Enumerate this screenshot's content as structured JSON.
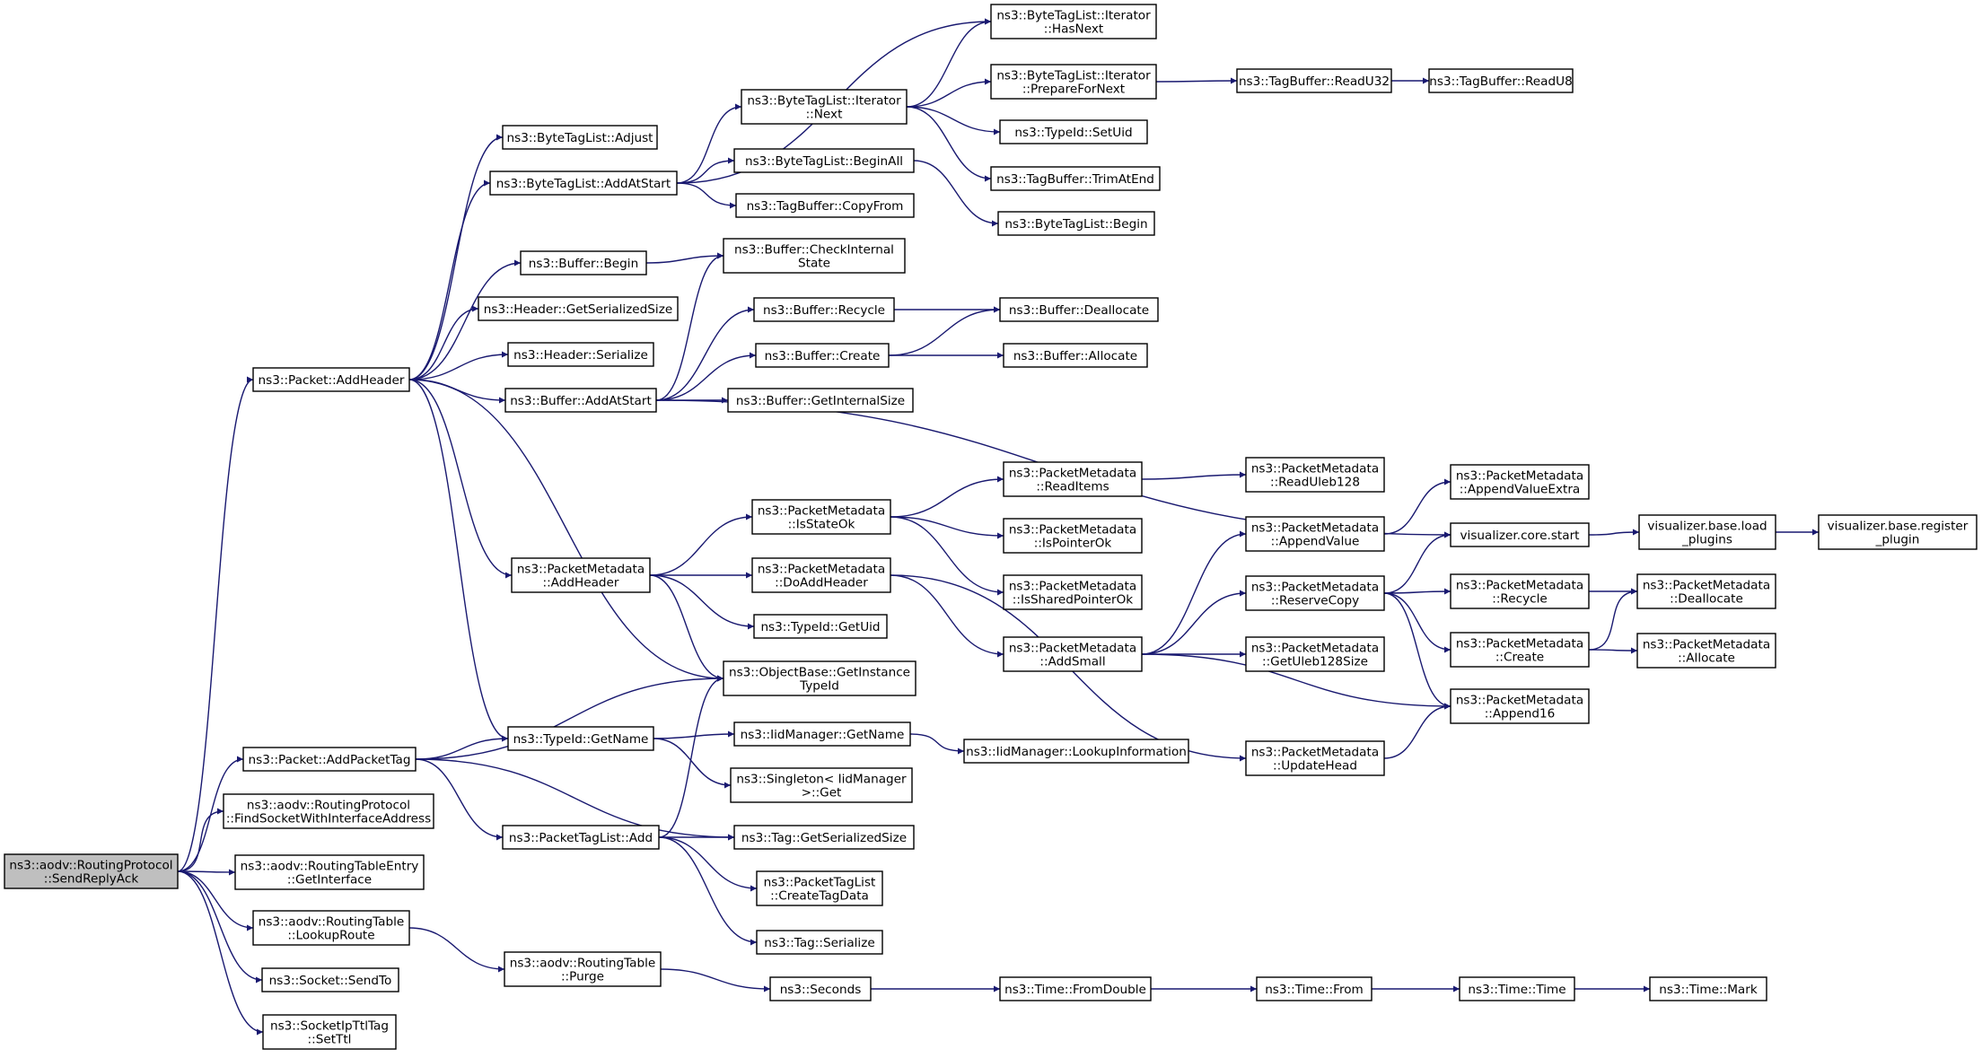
{
  "nodes": [
    {
      "id": "root",
      "lines": [
        "ns3::aodv::RoutingProtocol",
        "::SendReplyAck"
      ],
      "root": true
    },
    {
      "id": "addHeader",
      "lines": [
        "ns3::Packet::AddHeader"
      ]
    },
    {
      "id": "addPacketTag",
      "lines": [
        "ns3::Packet::AddPacketTag"
      ]
    },
    {
      "id": "findSocket",
      "lines": [
        "ns3::aodv::RoutingProtocol",
        "::FindSocketWithInterfaceAddress"
      ]
    },
    {
      "id": "getInterface",
      "lines": [
        "ns3::aodv::RoutingTableEntry",
        "::GetInterface"
      ]
    },
    {
      "id": "lookupRoute",
      "lines": [
        "ns3::aodv::RoutingTable",
        "::LookupRoute"
      ]
    },
    {
      "id": "sendTo",
      "lines": [
        "ns3::Socket::SendTo"
      ]
    },
    {
      "id": "setTtl",
      "lines": [
        "ns3::SocketIpTtlTag",
        "::SetTtl"
      ]
    },
    {
      "id": "btlAdjust",
      "lines": [
        "ns3::ByteTagList::Adjust"
      ]
    },
    {
      "id": "btlAddAtStart",
      "lines": [
        "ns3::ByteTagList::AddAtStart"
      ]
    },
    {
      "id": "bufBegin",
      "lines": [
        "ns3::Buffer::Begin"
      ]
    },
    {
      "id": "hdrGetSerSize",
      "lines": [
        "ns3::Header::GetSerializedSize"
      ]
    },
    {
      "id": "hdrSerialize",
      "lines": [
        "ns3::Header::Serialize"
      ]
    },
    {
      "id": "bufAddAtStart",
      "lines": [
        "ns3::Buffer::AddAtStart"
      ]
    },
    {
      "id": "pmAddHeader",
      "lines": [
        "ns3::PacketMetadata",
        "::AddHeader"
      ]
    },
    {
      "id": "typeIdGetName",
      "lines": [
        "ns3::TypeId::GetName"
      ]
    },
    {
      "id": "ptlAdd",
      "lines": [
        "ns3::PacketTagList::Add"
      ]
    },
    {
      "id": "rtPurge",
      "lines": [
        "ns3::aodv::RoutingTable",
        "::Purge"
      ]
    },
    {
      "id": "btliNext",
      "lines": [
        "ns3::ByteTagList::Iterator",
        "::Next"
      ]
    },
    {
      "id": "btlBeginAll",
      "lines": [
        "ns3::ByteTagList::BeginAll"
      ]
    },
    {
      "id": "tbCopyFrom",
      "lines": [
        "ns3::TagBuffer::CopyFrom"
      ]
    },
    {
      "id": "bufCheckInternal",
      "lines": [
        "ns3::Buffer::CheckInternal",
        "State"
      ]
    },
    {
      "id": "bufRecycle",
      "lines": [
        "ns3::Buffer::Recycle"
      ]
    },
    {
      "id": "bufCreate",
      "lines": [
        "ns3::Buffer::Create"
      ]
    },
    {
      "id": "bufGetInternalSize",
      "lines": [
        "ns3::Buffer::GetInternalSize"
      ]
    },
    {
      "id": "pmIsStateOk",
      "lines": [
        "ns3::PacketMetadata",
        "::IsStateOk"
      ]
    },
    {
      "id": "pmDoAddHeader",
      "lines": [
        "ns3::PacketMetadata",
        "::DoAddHeader"
      ]
    },
    {
      "id": "typeIdGetUid",
      "lines": [
        "ns3::TypeId::GetUid"
      ]
    },
    {
      "id": "objGetInstTypeId",
      "lines": [
        "ns3::ObjectBase::GetInstance",
        "TypeId"
      ]
    },
    {
      "id": "iidGetName",
      "lines": [
        "ns3::IidManager::GetName"
      ]
    },
    {
      "id": "singletonGet",
      "lines": [
        "ns3::Singleton< IidManager",
        ">::Get"
      ]
    },
    {
      "id": "tagGetSerSize",
      "lines": [
        "ns3::Tag::GetSerializedSize"
      ]
    },
    {
      "id": "ptlCreateTagData",
      "lines": [
        "ns3::PacketTagList",
        "::CreateTagData"
      ]
    },
    {
      "id": "tagSerialize",
      "lines": [
        "ns3::Tag::Serialize"
      ]
    },
    {
      "id": "seconds",
      "lines": [
        "ns3::Seconds"
      ]
    },
    {
      "id": "btliHasNext",
      "lines": [
        "ns3::ByteTagList::Iterator",
        "::HasNext"
      ]
    },
    {
      "id": "btliPrepare",
      "lines": [
        "ns3::ByteTagList::Iterator",
        "::PrepareForNext"
      ]
    },
    {
      "id": "typeIdSetUid",
      "lines": [
        "ns3::TypeId::SetUid"
      ]
    },
    {
      "id": "tbTrimAtEnd",
      "lines": [
        "ns3::TagBuffer::TrimAtEnd"
      ]
    },
    {
      "id": "btlBegin",
      "lines": [
        "ns3::ByteTagList::Begin"
      ]
    },
    {
      "id": "bufDeallocate",
      "lines": [
        "ns3::Buffer::Deallocate"
      ]
    },
    {
      "id": "bufAllocate",
      "lines": [
        "ns3::Buffer::Allocate"
      ]
    },
    {
      "id": "pmReadItems",
      "lines": [
        "ns3::PacketMetadata",
        "::ReadItems"
      ]
    },
    {
      "id": "pmIsPointerOk",
      "lines": [
        "ns3::PacketMetadata",
        "::IsPointerOk"
      ]
    },
    {
      "id": "pmIsSharedPointerOk",
      "lines": [
        "ns3::PacketMetadata",
        "::IsSharedPointerOk"
      ]
    },
    {
      "id": "pmAddSmall",
      "lines": [
        "ns3::PacketMetadata",
        "::AddSmall"
      ]
    },
    {
      "id": "iidLookupInfo",
      "lines": [
        "ns3::IidManager::LookupInformation"
      ]
    },
    {
      "id": "timeFromDouble",
      "lines": [
        "ns3::Time::FromDouble"
      ]
    },
    {
      "id": "tbReadU32",
      "lines": [
        "ns3::TagBuffer::ReadU32"
      ]
    },
    {
      "id": "tbReadU8",
      "lines": [
        "ns3::TagBuffer::ReadU8"
      ]
    },
    {
      "id": "pmReadUleb128",
      "lines": [
        "ns3::PacketMetadata",
        "::ReadUleb128"
      ]
    },
    {
      "id": "pmAppendValue",
      "lines": [
        "ns3::PacketMetadata",
        "::AppendValue"
      ]
    },
    {
      "id": "pmReserveCopy",
      "lines": [
        "ns3::PacketMetadata",
        "::ReserveCopy"
      ]
    },
    {
      "id": "pmGetUleb128Size",
      "lines": [
        "ns3::PacketMetadata",
        "::GetUleb128Size"
      ]
    },
    {
      "id": "pmUpdateHead",
      "lines": [
        "ns3::PacketMetadata",
        "::UpdateHead"
      ]
    },
    {
      "id": "timeFrom",
      "lines": [
        "ns3::Time::From"
      ]
    },
    {
      "id": "pmAppendValueExtra",
      "lines": [
        "ns3::PacketMetadata",
        "::AppendValueExtra"
      ]
    },
    {
      "id": "vizCoreStart",
      "lines": [
        "visualizer.core.start"
      ]
    },
    {
      "id": "pmRecycle",
      "lines": [
        "ns3::PacketMetadata",
        "::Recycle"
      ]
    },
    {
      "id": "pmCreate",
      "lines": [
        "ns3::PacketMetadata",
        "::Create"
      ]
    },
    {
      "id": "pmAppend16",
      "lines": [
        "ns3::PacketMetadata",
        "::Append16"
      ]
    },
    {
      "id": "timeTime",
      "lines": [
        "ns3::Time::Time"
      ]
    },
    {
      "id": "vizLoadPlugins",
      "lines": [
        "visualizer.base.load",
        "_plugins"
      ]
    },
    {
      "id": "pmDeallocate",
      "lines": [
        "ns3::PacketMetadata",
        "::Deallocate"
      ]
    },
    {
      "id": "pmAllocate",
      "lines": [
        "ns3::PacketMetadata",
        "::Allocate"
      ]
    },
    {
      "id": "timeMark",
      "lines": [
        "ns3::Time::Mark"
      ]
    },
    {
      "id": "vizRegisterPlugin",
      "lines": [
        "visualizer.base.register",
        "_plugin"
      ]
    }
  ],
  "edges": [
    [
      "root",
      "addHeader"
    ],
    [
      "root",
      "addPacketTag"
    ],
    [
      "root",
      "findSocket"
    ],
    [
      "root",
      "getInterface"
    ],
    [
      "root",
      "lookupRoute"
    ],
    [
      "root",
      "sendTo"
    ],
    [
      "root",
      "setTtl"
    ],
    [
      "addHeader",
      "btlAdjust"
    ],
    [
      "addHeader",
      "btlAddAtStart"
    ],
    [
      "addHeader",
      "bufBegin"
    ],
    [
      "addHeader",
      "hdrGetSerSize"
    ],
    [
      "addHeader",
      "hdrSerialize"
    ],
    [
      "addHeader",
      "bufAddAtStart"
    ],
    [
      "addHeader",
      "pmAddHeader"
    ],
    [
      "addHeader",
      "objGetInstTypeId"
    ],
    [
      "addHeader",
      "typeIdGetName"
    ],
    [
      "addPacketTag",
      "objGetInstTypeId"
    ],
    [
      "addPacketTag",
      "typeIdGetName"
    ],
    [
      "addPacketTag",
      "ptlAdd"
    ],
    [
      "addPacketTag",
      "tagGetSerSize"
    ],
    [
      "lookupRoute",
      "rtPurge"
    ],
    [
      "btlAddAtStart",
      "btliHasNext"
    ],
    [
      "btlAddAtStart",
      "btliNext"
    ],
    [
      "btlAddAtStart",
      "btlBeginAll"
    ],
    [
      "btlAddAtStart",
      "tbCopyFrom"
    ],
    [
      "bufBegin",
      "bufCheckInternal"
    ],
    [
      "bufAddAtStart",
      "bufCheckInternal"
    ],
    [
      "bufAddAtStart",
      "bufRecycle"
    ],
    [
      "bufAddAtStart",
      "bufCreate"
    ],
    [
      "bufAddAtStart",
      "bufGetInternalSize"
    ],
    [
      "bufAddAtStart",
      "vizCoreStart"
    ],
    [
      "pmAddHeader",
      "pmIsStateOk"
    ],
    [
      "pmAddHeader",
      "pmDoAddHeader"
    ],
    [
      "pmAddHeader",
      "typeIdGetUid"
    ],
    [
      "pmAddHeader",
      "objGetInstTypeId"
    ],
    [
      "typeIdGetName",
      "iidGetName"
    ],
    [
      "typeIdGetName",
      "singletonGet"
    ],
    [
      "ptlAdd",
      "objGetInstTypeId"
    ],
    [
      "ptlAdd",
      "tagGetSerSize"
    ],
    [
      "ptlAdd",
      "ptlCreateTagData"
    ],
    [
      "ptlAdd",
      "tagSerialize"
    ],
    [
      "rtPurge",
      "seconds"
    ],
    [
      "btliNext",
      "btliHasNext"
    ],
    [
      "btliNext",
      "btliPrepare"
    ],
    [
      "btliNext",
      "typeIdSetUid"
    ],
    [
      "btliNext",
      "tbTrimAtEnd"
    ],
    [
      "btlBeginAll",
      "btlBegin"
    ],
    [
      "bufRecycle",
      "bufDeallocate"
    ],
    [
      "bufCreate",
      "bufDeallocate"
    ],
    [
      "bufCreate",
      "bufAllocate"
    ],
    [
      "pmIsStateOk",
      "pmReadItems"
    ],
    [
      "pmIsStateOk",
      "pmIsPointerOk"
    ],
    [
      "pmIsStateOk",
      "pmIsSharedPointerOk"
    ],
    [
      "pmDoAddHeader",
      "pmAddSmall"
    ],
    [
      "pmDoAddHeader",
      "pmUpdateHead"
    ],
    [
      "iidGetName",
      "iidLookupInfo"
    ],
    [
      "seconds",
      "timeFromDouble"
    ],
    [
      "btliPrepare",
      "tbReadU32"
    ],
    [
      "tbReadU32",
      "tbReadU8"
    ],
    [
      "pmReadItems",
      "pmReadUleb128"
    ],
    [
      "pmAddSmall",
      "pmAppendValue"
    ],
    [
      "pmAddSmall",
      "pmReserveCopy"
    ],
    [
      "pmAddSmall",
      "pmGetUleb128Size"
    ],
    [
      "pmAddSmall",
      "pmAppend16"
    ],
    [
      "pmUpdateHead",
      "pmAppend16"
    ],
    [
      "timeFromDouble",
      "timeFrom"
    ],
    [
      "pmAppendValue",
      "pmAppendValueExtra"
    ],
    [
      "pmReserveCopy",
      "vizCoreStart"
    ],
    [
      "pmReserveCopy",
      "pmRecycle"
    ],
    [
      "pmReserveCopy",
      "pmCreate"
    ],
    [
      "pmReserveCopy",
      "pmAppend16"
    ],
    [
      "timeFrom",
      "timeTime"
    ],
    [
      "vizCoreStart",
      "vizLoadPlugins"
    ],
    [
      "pmRecycle",
      "pmDeallocate"
    ],
    [
      "pmCreate",
      "pmDeallocate"
    ],
    [
      "pmCreate",
      "pmAllocate"
    ],
    [
      "timeTime",
      "timeMark"
    ],
    [
      "vizLoadPlugins",
      "vizRegisterPlugin"
    ]
  ],
  "colors": {
    "edge": "#191970",
    "node_border": "#000000",
    "root_fill": "#bfbfbf",
    "node_fill": "#ffffff"
  }
}
